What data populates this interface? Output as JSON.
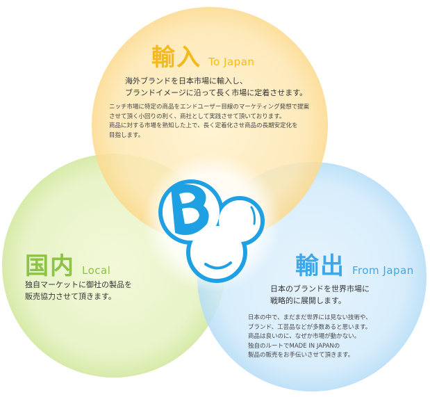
{
  "colors": {
    "import": "#f6b91d",
    "local": "#8cc245",
    "export": "#3fa6e8",
    "logo": "#1ea0e3"
  },
  "logo": {
    "name": "b-bubble-logo"
  },
  "sections": {
    "import": {
      "title_kanji": "輸入",
      "title_en": "To Japan",
      "lead": [
        "海外ブランドを日本市場に輸入し、",
        "ブランドイメージに沿って長く市場に定着させます。"
      ],
      "body": [
        "ニッチ市場に特定の商品をエンドユーザー目線のマーケティング発想で提案",
        "させて頂く小回りの利く、商社として実践させて頂いております。",
        "商品に対する市場を熟知した上で、長く定着化させ商品の長期安定化を",
        "目指します。"
      ]
    },
    "local": {
      "title_kanji": "国内",
      "title_en": "Local",
      "lead": [
        "独自マーケットに御社の製品を",
        "販売協力させて頂きます。"
      ]
    },
    "export": {
      "title_kanji": "輸出",
      "title_en": "From Japan",
      "lead": [
        "日本のブランドを世界市場に",
        "戦略的に展開します。"
      ],
      "body": [
        "日本の中で、まだまだ世界には見ない技術や、",
        "ブランド、工芸品などが多数あると思います。",
        "商品は良いのに、なぜか市場が動かない。",
        "独自のルートでMADE IN JAPANの",
        "製品の販売をお手伝いさせて頂きます。"
      ]
    }
  }
}
